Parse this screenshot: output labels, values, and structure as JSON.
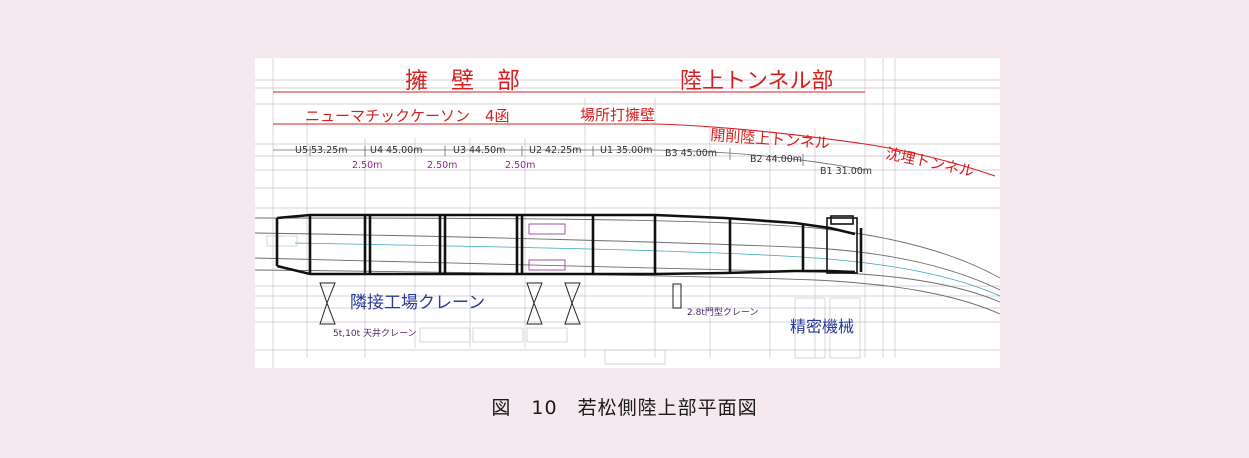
{
  "figure": {
    "caption": "図　10　若松側陸上部平面図"
  },
  "drawing": {
    "sections": {
      "retaining_wall": "擁　壁　部",
      "land_tunnel": "陸上トンネル部"
    },
    "subsections": {
      "pneumatic_caisson": "ニューマチックケーソン　4函",
      "cast_in_place_wall": "場所打擁壁",
      "cut_land_tunnel": "開削陸上トンネル",
      "immersed_tunnel": "沈埋トンネル"
    },
    "segments": [
      {
        "label": "U5 53.25m"
      },
      {
        "label": "U4 45.00m"
      },
      {
        "label": "U3 44.50m"
      },
      {
        "label": "U2 42.25m"
      },
      {
        "label": "U1 35.00m"
      },
      {
        "label": "B3 45.00m"
      },
      {
        "label": "B2 44.00m"
      },
      {
        "label": "B1 31.00m"
      }
    ],
    "gaps": [
      "2.50m",
      "2.50m",
      "2.50m"
    ],
    "annotations": {
      "adjacent_crane": "隣接工場クレーン",
      "precision_machine": "精密機械",
      "overhead_crane": "5t,10t 天井クレーン",
      "gantry_crane": "2.8t門型クレーン"
    },
    "colors": {
      "section_red": "#d62020",
      "note_magenta": "#8a2a8a",
      "crane_blue": "#2a3a9a",
      "guide_cyan": "#3aa8b8"
    }
  }
}
